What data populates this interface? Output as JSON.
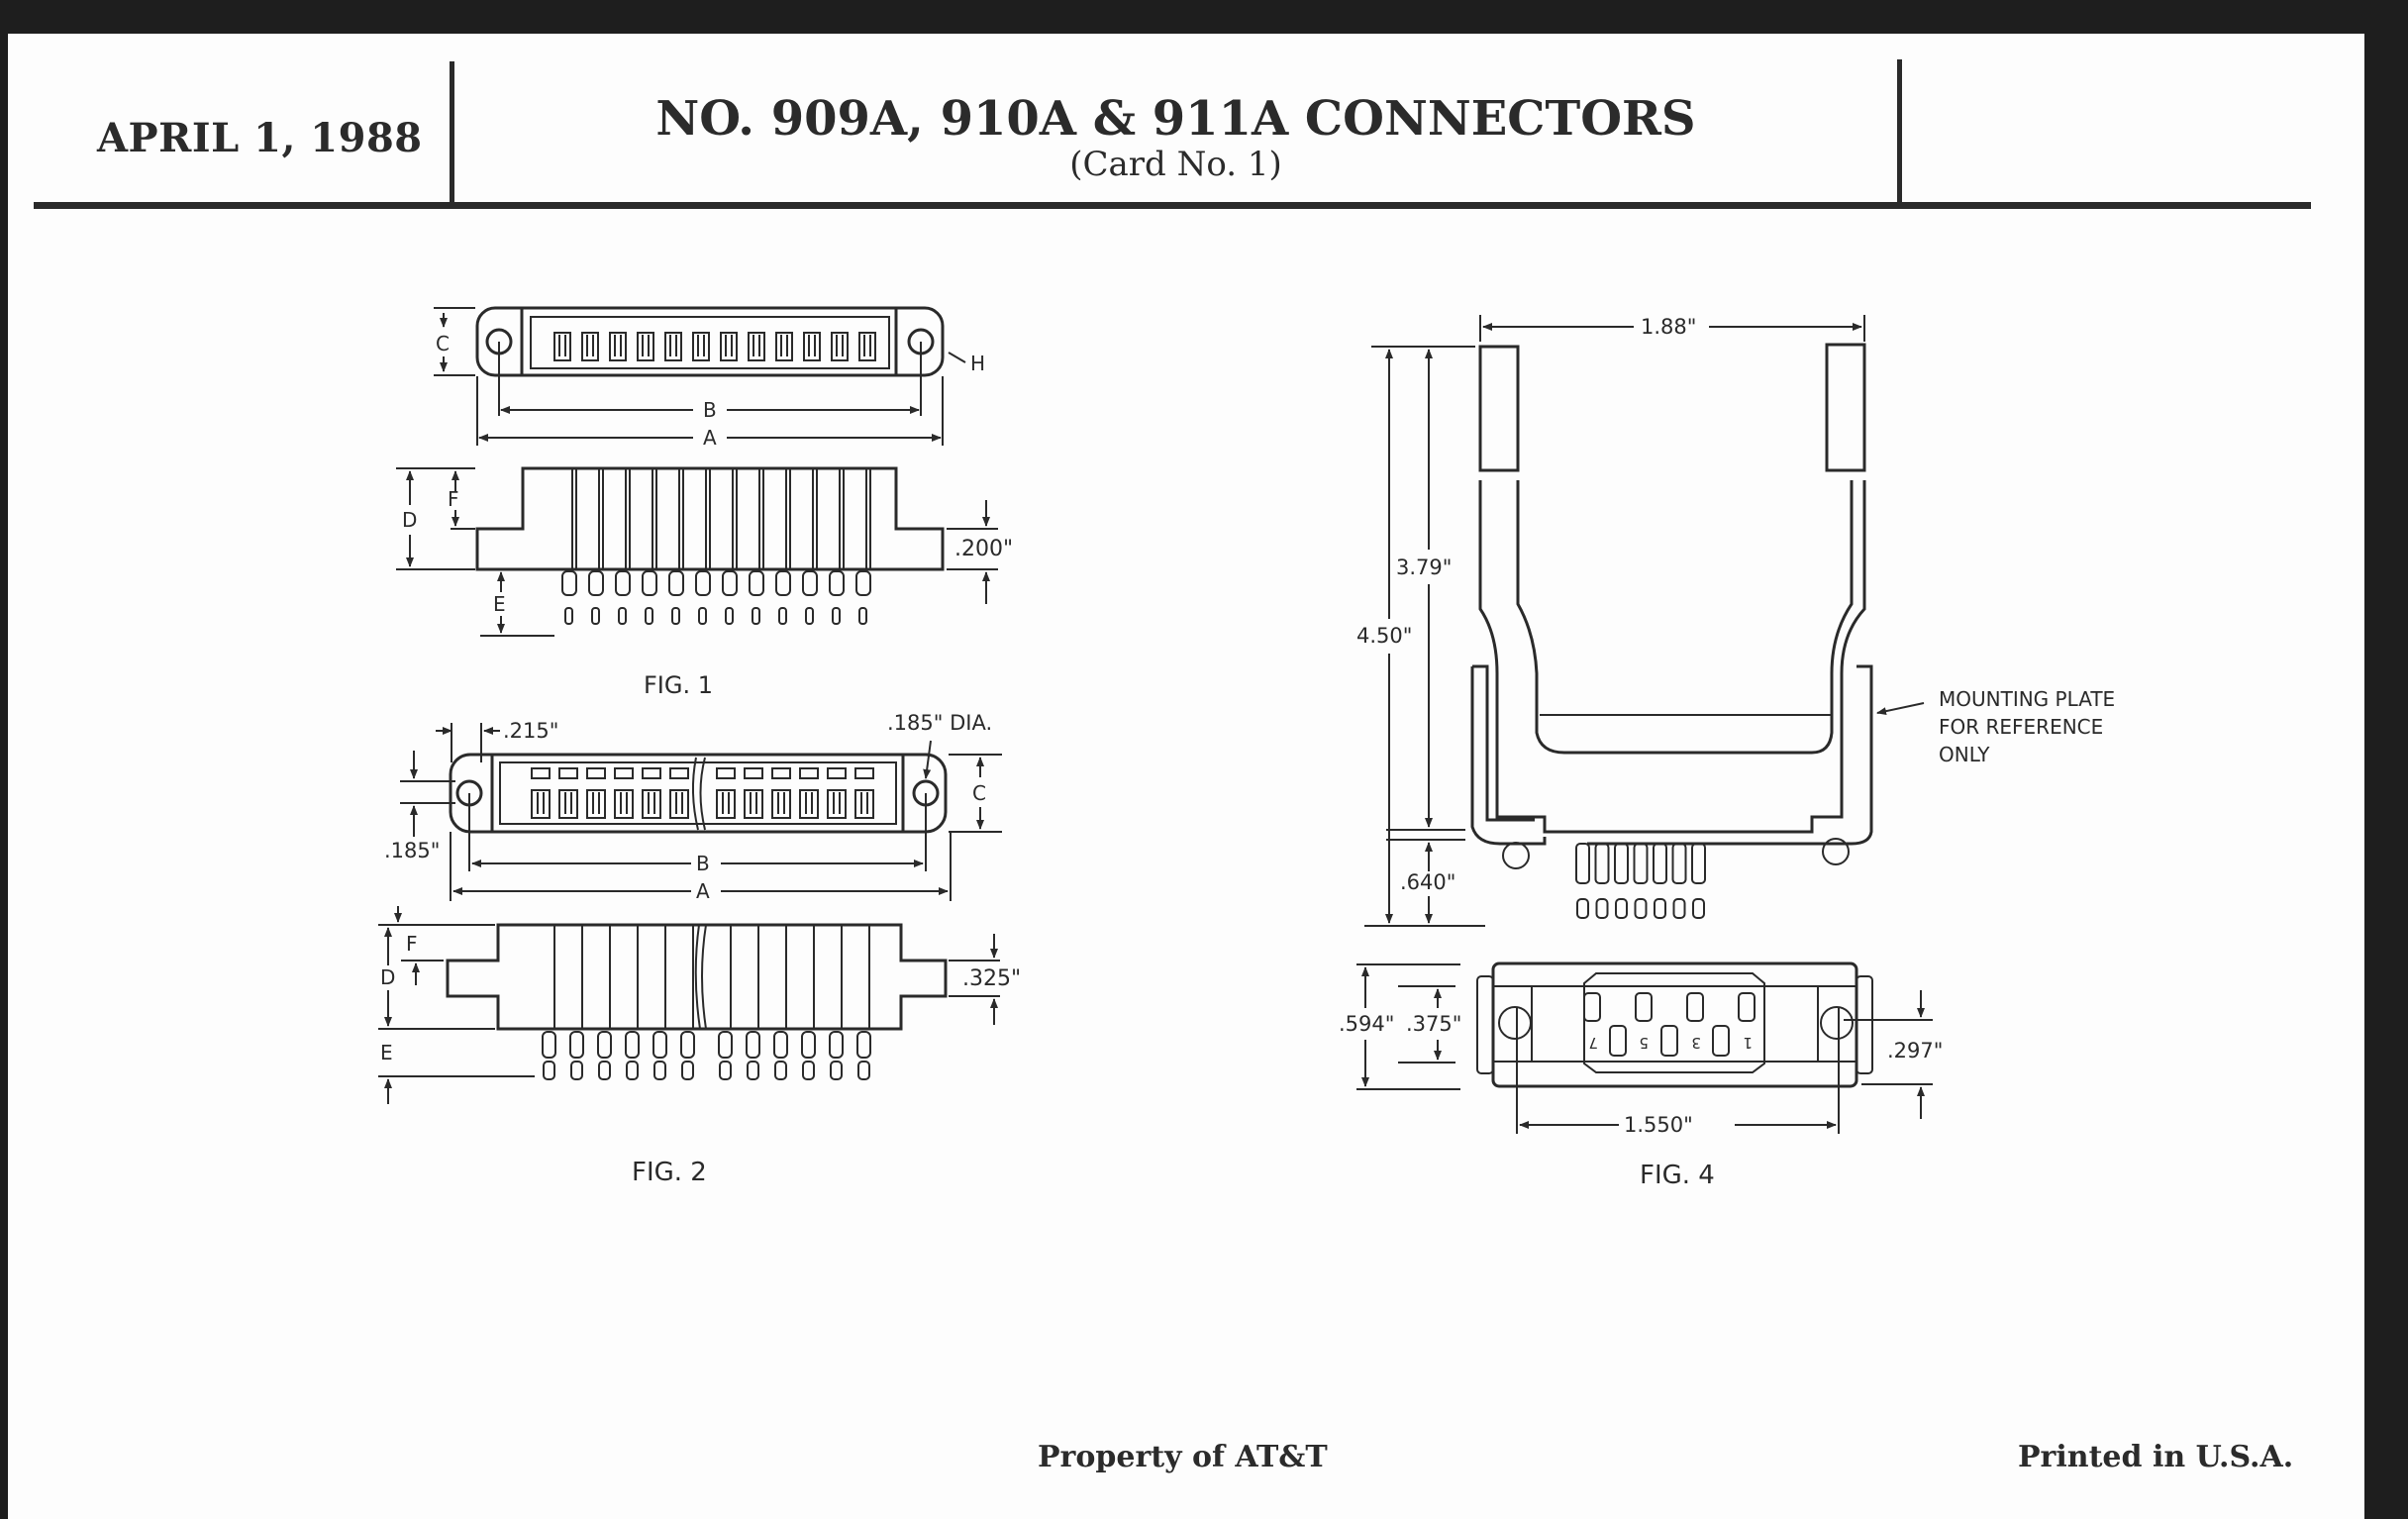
{
  "header": {
    "date": "APRIL 1, 1988",
    "title": "NO. 909A, 910A & 911A CONNECTORS",
    "subtitle": "(Card No. 1)"
  },
  "footer": {
    "left": "Property of AT&T",
    "right": "Printed in U.S.A."
  },
  "figures": {
    "fig1": {
      "caption": "FIG. 1",
      "labels": {
        "a": "A",
        "b": "B",
        "c": "C",
        "d": "D",
        "e": "E",
        "f": "F",
        "h": "H"
      },
      "dim_flange": ".200\""
    },
    "fig2": {
      "caption": "FIG. 2",
      "labels": {
        "a": "A",
        "b": "B",
        "c": "C",
        "d": "D",
        "e": "E",
        "f": "F"
      },
      "dim_hole_offset": ".215\"",
      "dim_hole_dia": ".185\" DIA.",
      "dim_hole_height": ".185\"",
      "dim_flange": ".325\""
    },
    "fig4": {
      "caption": "FIG. 4",
      "dim_width": "1.88\"",
      "dim_inner_height": "3.79\"",
      "dim_total_height": "4.50\"",
      "dim_pin": ".640\"",
      "note_line1": "MOUNTING PLATE",
      "note_line2": "FOR REFERENCE",
      "note_line3": "ONLY",
      "dim_outer": ".594\"",
      "dim_inner": ".375\"",
      "dim_center": ".297\"",
      "dim_screw_spacing": "1.550\"",
      "pin_numbers": [
        "7",
        "5",
        "3",
        "1"
      ]
    }
  }
}
